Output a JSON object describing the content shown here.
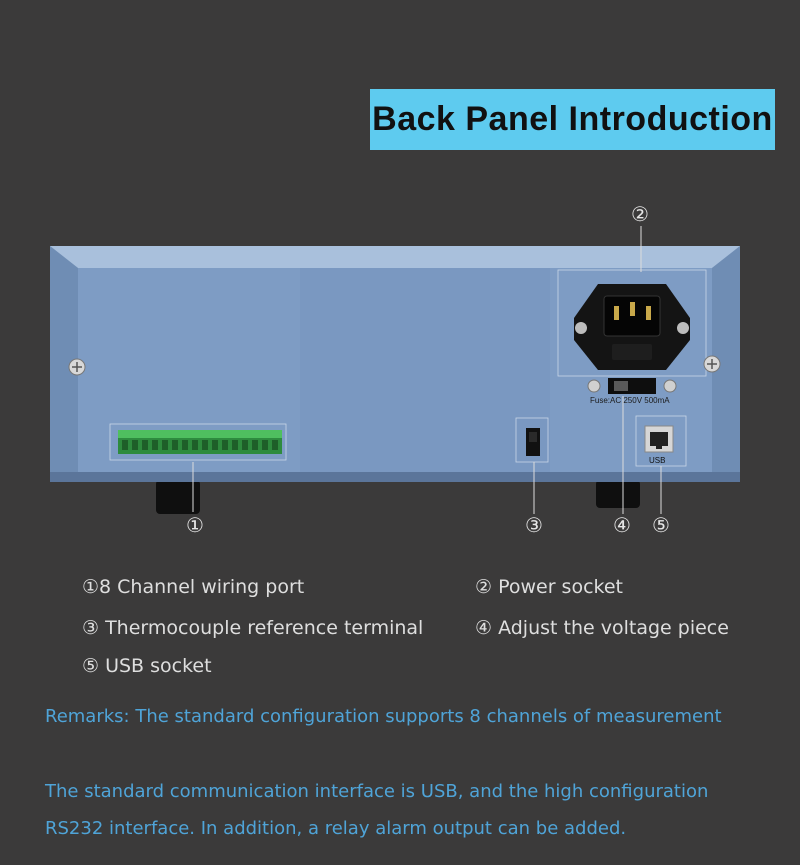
{
  "title": "Back Panel Introduction",
  "callouts": {
    "n1": "①",
    "n2": "②",
    "n3": "③",
    "n4": "④",
    "n5": "⑤"
  },
  "panel_labels": {
    "fuse": "Fuse:AC 250V 500mA",
    "usb": "USB"
  },
  "legend": [
    "①8 Channel wiring port",
    "② Power socket",
    "③ Thermocouple reference terminal",
    "④  Adjust the voltage piece",
    "⑤ USB socket"
  ],
  "remarks": [
    "Remarks: The standard configuration supports 8 channels of measurement",
    "The standard communication interface is USB, and the high configuration",
    "RS232 interface. In addition, a relay alarm output can be added."
  ],
  "colors": {
    "background": "#3b3a3a",
    "title_box": "#5ecbef",
    "panel": "#7e9cc4",
    "remark_text": "#4fa4d8",
    "terminal_green": "#3aa64a"
  }
}
